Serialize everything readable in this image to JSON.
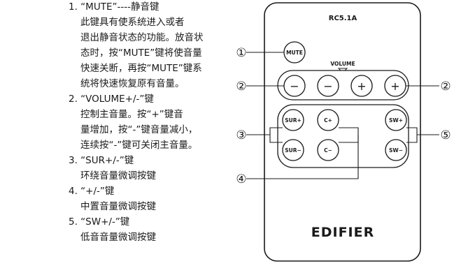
{
  "instructions": {
    "lines": [
      {
        "kind": "head",
        "text": "1. “MUTE”----静音键"
      },
      {
        "kind": "desc",
        "text": "此键具有使系统进入或者"
      },
      {
        "kind": "desc",
        "text": "退出静音状态的功能。放音状"
      },
      {
        "kind": "desc",
        "text": "态时，按“MUTE”键将使音量"
      },
      {
        "kind": "desc",
        "text": "快速关断，再按“MUTE”键系"
      },
      {
        "kind": "desc",
        "text": "统将快速恢复原有音量。"
      },
      {
        "kind": "head",
        "text": "2. “VOLUME+/-”键"
      },
      {
        "kind": "desc",
        "text": "控制主音量。按“+”键音"
      },
      {
        "kind": "desc",
        "text": "量增加，按“-”键音量减小，"
      },
      {
        "kind": "desc",
        "text": "连续按“-”键可关闭主音量。"
      },
      {
        "kind": "head",
        "text": "3. “SUR+/-”键"
      },
      {
        "kind": "desc",
        "text": "环绕音量微调按键"
      },
      {
        "kind": "head",
        "text": "4. “+/-”键"
      },
      {
        "kind": "desc",
        "text": "中置音量微调按键"
      },
      {
        "kind": "head",
        "text": "5. “SW+/-”键"
      },
      {
        "kind": "desc",
        "text": "低音音量微调按键"
      }
    ]
  },
  "remote": {
    "model": "RC5.1A",
    "brand": "EDIFIER",
    "volume_label": "VOLUME",
    "buttons": {
      "mute": "MUTE",
      "vol_minus_1": "−",
      "vol_minus_2": "−",
      "vol_plus_1": "+",
      "vol_plus_2": "+",
      "sur_plus": "SUR+",
      "sur_minus": "SUR−",
      "c_plus": "C+",
      "c_minus": "C−",
      "sw_plus": "SW+",
      "sw_minus": "SW−"
    },
    "callouts": {
      "c1": "①",
      "c2_left": "②",
      "c2_right": "②",
      "c3": "③",
      "c4": "④",
      "c5": "⑤"
    }
  }
}
